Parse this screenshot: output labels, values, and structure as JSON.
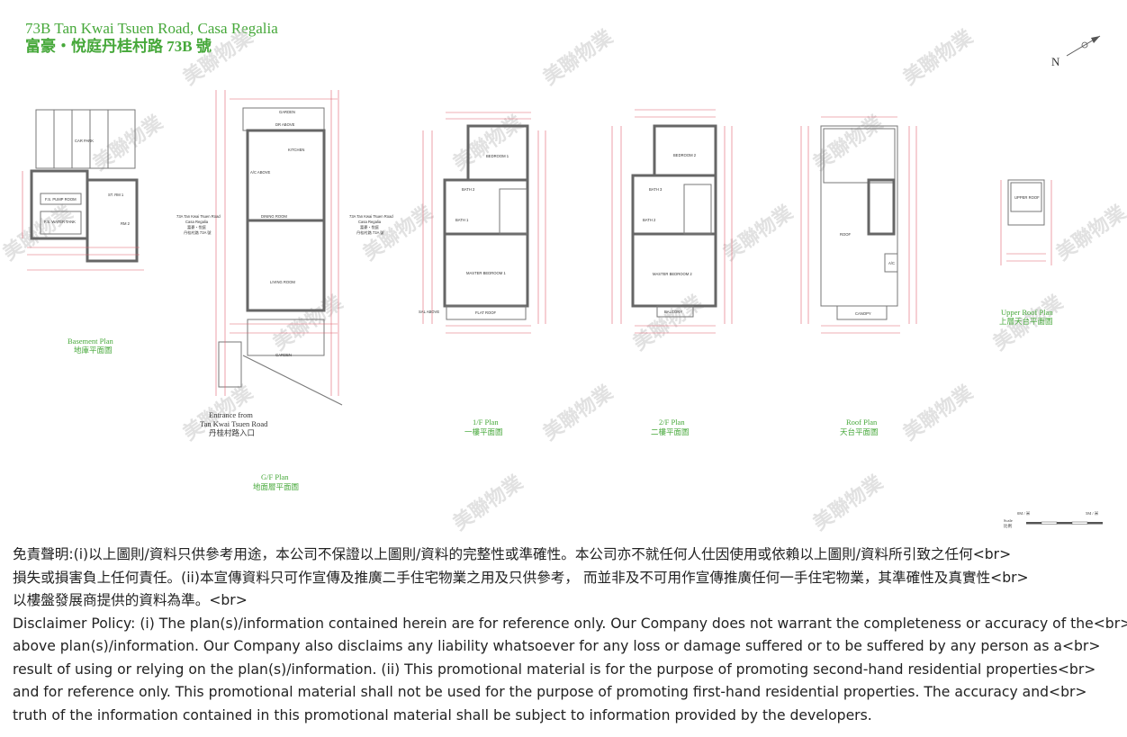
{
  "header": {
    "title_en": "73B Tan Kwai Tsuen Road, Casa Regalia",
    "title_zh": "富豪・悅庭丹桂村路 73B 號"
  },
  "compass": {
    "north": "N"
  },
  "plans": {
    "basement": {
      "label_en": "Basement Plan",
      "label_zh": "地庫平面圖",
      "rooms": [
        "CAR PARK",
        "F.S. PUMP ROOM",
        "F.S. WATER TANK",
        "ST. RM 1",
        "RM 2"
      ]
    },
    "gf": {
      "label_en": "G/F Plan",
      "label_zh": "地面層平面圖",
      "rooms": [
        "GARDEN",
        "DR ABOVE",
        "KITCHEN",
        "A/C ABOVE",
        "DINING ROOM",
        "LIVING ROOM",
        "GARDEN"
      ],
      "side_note_left": [
        "73A Tan Kwai Tsuen Road",
        "Casa Regalia",
        "富豪・悅庭",
        "丹桂村路 73A 號"
      ],
      "side_note_right": [
        "73A Tan Kwai Tsuen Road",
        "Casa Regalia",
        "富豪・悅庭",
        "丹桂村路 73A 號"
      ],
      "entrance_en_1": "Entrance from",
      "entrance_en_2": "Tan Kwai Tsuen Road",
      "entrance_zh": "丹桂村路入口"
    },
    "f1": {
      "label_en": "1/F Plan",
      "label_zh": "一樓平面圖",
      "rooms": [
        "BEDROOM 1",
        "BATH 2",
        "BATH 1",
        "MASTER BEDROOM 1",
        "FLAT ROOF",
        "SAL ABOVE"
      ]
    },
    "f2": {
      "label_en": "2/F Plan",
      "label_zh": "二樓平面圖",
      "rooms": [
        "BEDROOM 2",
        "BATH 3",
        "BATH 2",
        "MASTER BEDROOM 2",
        "BALCONY"
      ]
    },
    "roof": {
      "label_en": "Roof Plan",
      "label_zh": "天台平面圖",
      "rooms": [
        "ROOF",
        "A/C",
        "CANOPY"
      ]
    },
    "upper_roof": {
      "label_en": "Upper Roof Plan",
      "label_zh": "上層天台平面圖",
      "rooms": [
        "UPPER ROOF"
      ]
    }
  },
  "scale": {
    "left": "0M / 米",
    "right": "5M / 米",
    "label_en": "Scale",
    "label_zh": "比例"
  },
  "watermark": {
    "text": "美聯物業"
  },
  "disclaimer": {
    "lines": [
      "免責聲明:(i)以上圖則/資料只供參考用途，本公司不保證以上圖則/資料的完整性或準確性。本公司亦不就任何人仕因使用或依賴以上圖則/資料所引致之任何<br>",
      "損失或損害負上任何責任。(ii)本宣傳資料只可作宣傳及推廣二手住宅物業之用及只供參考， 而並非及不可用作宣傳推廣任何一手住宅物業，其準確性及真實性<br>",
      "以樓盤發展商提供的資料為準。<br>",
      "Disclaimer Policy: (i) The plan(s)/information contained herein are for reference only. Our Company does not warrant the completeness or accuracy of the<br>",
      "above plan(s)/information. Our Company also disclaims any liability whatsoever for any loss or damage suffered or to be suffered by any person as a<br>",
      "result of using or relying on the plan(s)/information. (ii) This promotional material is for the purpose of promoting second-hand residential properties<br>",
      "and for reference only. This promotional material shall not be used for the purpose of promoting first-hand residential properties. The accuracy and<br>",
      "truth of the information contained in this promotional material shall be subject to information provided by the developers."
    ]
  }
}
